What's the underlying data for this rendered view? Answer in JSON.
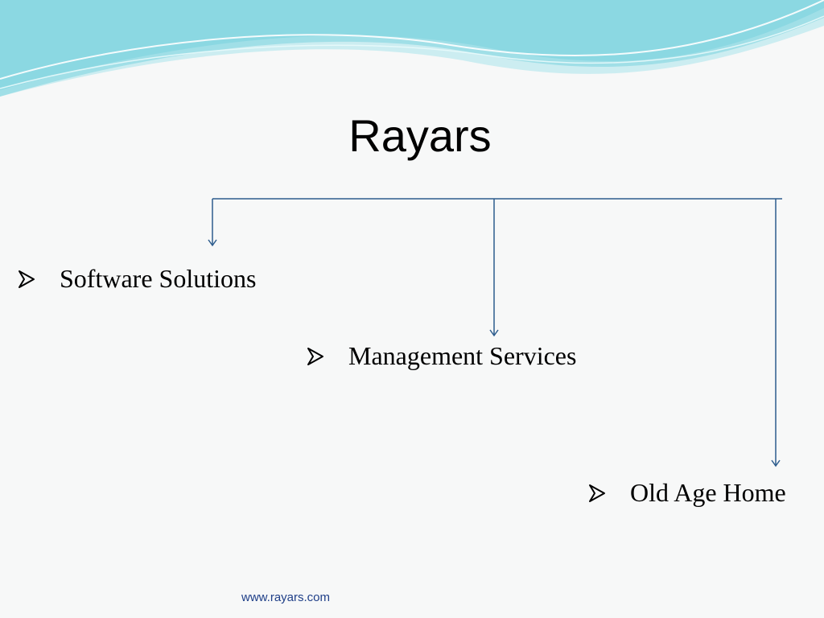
{
  "slide": {
    "title": "Rayars",
    "items": [
      {
        "label": "Software Solutions",
        "icon": "arrow-bullet-icon"
      },
      {
        "label": "Management Services",
        "icon": "arrow-bullet-icon"
      },
      {
        "label": "Old Age Home",
        "icon": "arrow-bullet-icon"
      }
    ],
    "footer": "www.rayars.com"
  },
  "colors": {
    "connector": "#2d5c8d",
    "wave_light": "#b8e8ef",
    "wave_mid": "#7fd1de",
    "wave_dark": "#39b8cc",
    "footer_text": "#1f3f88"
  }
}
